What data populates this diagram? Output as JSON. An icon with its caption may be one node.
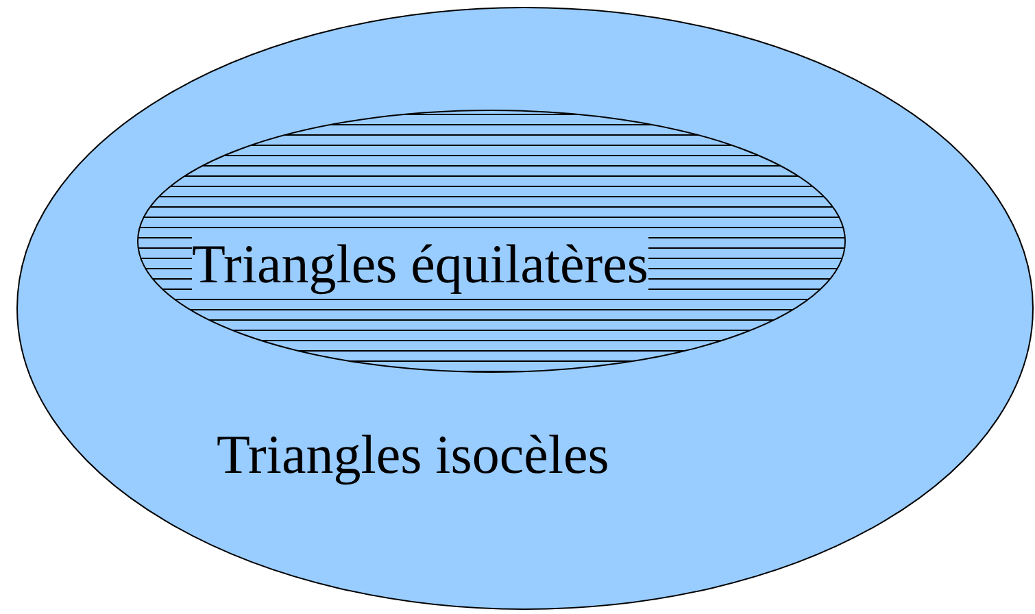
{
  "diagram": {
    "nodes": [
      {
        "text": [
          "Triangles isocèles"
        ]
      },
      {
        "text": [
          "Triangles équilatères"
        ],
        "in": 0
      }
    ]
  }
}
